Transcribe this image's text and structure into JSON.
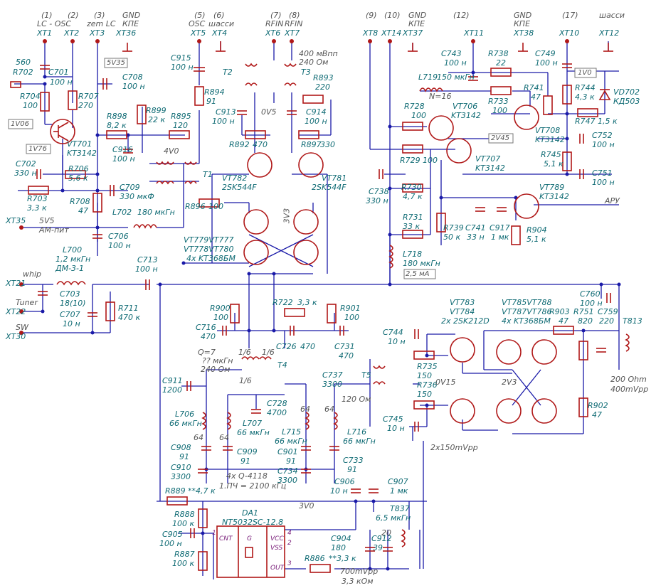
{
  "connectors": {
    "xt1": {
      "num": "(1)",
      "sig": "LC - OSC",
      "ref": "XT1"
    },
    "xt2": {
      "num": "(2)",
      "sig": "",
      "ref": "XT2"
    },
    "xt3": {
      "num": "(3)",
      "sig": "zem LC",
      "ref": "XT3"
    },
    "xt36": {
      "num": "GND",
      "sig": "КПЕ",
      "ref": "XT36"
    },
    "xt5": {
      "num": "(5)",
      "sig": "OSC",
      "ref": "XT5"
    },
    "xt4": {
      "num": "(6)",
      "sig": "шасси",
      "ref": "XT4"
    },
    "xt6": {
      "num": "(7)",
      "sig": "RFIN",
      "ref": "XT6"
    },
    "xt7": {
      "num": "(8)",
      "sig": "RFIN",
      "ref": "XT7"
    },
    "xt8": {
      "num": "(9)",
      "ref": "XT8"
    },
    "xt14": {
      "num": "(10)",
      "ref": "XT14"
    },
    "xt37": {
      "num": "GND",
      "sig": "КПЕ",
      "ref": "XT37"
    },
    "xt11": {
      "num": "(12)",
      "ref": "XT11"
    },
    "xt38": {
      "num": "GND",
      "sig": "КПЕ",
      "ref": "XT38"
    },
    "xt10": {
      "num": "(17)",
      "ref": "XT10"
    },
    "xt12": {
      "num": "шасси",
      "ref": "XT12"
    },
    "xt35": {
      "ref": "XT35",
      "sig": "AM-пит",
      "v": "5V5"
    },
    "xt21": {
      "ref": "XT21",
      "sig": "whip"
    },
    "xt22": {
      "ref": "XT22",
      "sig": "Tuner"
    },
    "xt30": {
      "ref": "XT30",
      "sig": "SW"
    }
  },
  "tags": {
    "v5v35": "5V35",
    "v1v06": "1V06",
    "v1v76": "1V76",
    "v4v0": "4V0",
    "v0v5": "0V5",
    "v3v3": "3V3",
    "v2v45": "2V45",
    "v1v0": "1V0",
    "i25ma": "2,5 мА",
    "v0v15": "0V15",
    "v2v3": "2V3",
    "v3v0": "3V0"
  },
  "components": {
    "c560": {
      "ref": "560",
      "val": ""
    },
    "r702": {
      "ref": "R702",
      "val": ""
    },
    "c701": {
      "ref": "C701",
      "val": "100 н"
    },
    "r704": {
      "ref": "R704",
      "val": "100"
    },
    "r707": {
      "ref": "R707",
      "val": "270"
    },
    "c708": {
      "ref": "C708",
      "val": "100 н"
    },
    "r898": {
      "ref": "R898",
      "val": "8,2 к"
    },
    "r899": {
      "ref": "R899",
      "val": "22 к"
    },
    "r895": {
      "ref": "R895",
      "val": "120"
    },
    "c916": {
      "ref": "C916",
      "val": "100 н"
    },
    "vt701": {
      "ref": "VT701",
      "val": "KT3142"
    },
    "c702": {
      "ref": "C702",
      "val": "330 н"
    },
    "r706": {
      "ref": "R706",
      "val": "5,6 к"
    },
    "r703": {
      "ref": "R703",
      "val": "3,3 к"
    },
    "r708": {
      "ref": "R708",
      "val": "47"
    },
    "c709": {
      "ref": "C709",
      "val": "330 мкФ"
    },
    "l702": {
      "ref": "L702",
      "val": "180 мкГн"
    },
    "c706": {
      "ref": "C706",
      "val": "100 н"
    },
    "c915": {
      "ref": "C915",
      "val": "100 н"
    },
    "r894": {
      "ref": "R894",
      "val": "91"
    },
    "t2": {
      "ref": "T2"
    },
    "t3": {
      "ref": "T3",
      "val": "400 мВпп",
      "imp": "240 Ом"
    },
    "c913": {
      "ref": "C913",
      "val": "100 н"
    },
    "c914": {
      "ref": "C914",
      "val": "100 н"
    },
    "r893": {
      "ref": "R893",
      "val": "220"
    },
    "r892": {
      "ref": "R892",
      "val": "470"
    },
    "r897": {
      "ref": "R897",
      "val": "330"
    },
    "t1": {
      "ref": "T1"
    },
    "vt782": {
      "ref": "VT782",
      "val": "2SK544F"
    },
    "vt781": {
      "ref": "VT781",
      "val": "2SK544F"
    },
    "r896": {
      "ref": "R896",
      "val": "100"
    },
    "vtq": {
      "ref": "VT779VT777",
      "ref2": "VT778VT780",
      "val": "4x KT368БМ"
    },
    "c743": {
      "ref": "C743",
      "val": "100 н"
    },
    "r738": {
      "ref": "R738",
      "val": "22"
    },
    "c749": {
      "ref": "C749",
      "val": "100 н"
    },
    "l719": {
      "ref": "L719",
      "val": "150 мкГн",
      "n": "N=16"
    },
    "r733": {
      "ref": "R733",
      "val": "100"
    },
    "r741": {
      "ref": "R741",
      "val": "47"
    },
    "r744": {
      "ref": "R744",
      "val": "4,3 к"
    },
    "vd702": {
      "ref": "VD702",
      "val": "КД503"
    },
    "r728": {
      "ref": "R728",
      "val": "100"
    },
    "vt706": {
      "ref": "VT706",
      "val": "KT3142"
    },
    "r747": {
      "ref": "R747",
      "val": "1,5 к"
    },
    "vt708": {
      "ref": "VT708",
      "val": "KT3142"
    },
    "c752": {
      "ref": "C752",
      "val": "100 н"
    },
    "r729": {
      "ref": "R729",
      "val": "100"
    },
    "vt707": {
      "ref": "VT707",
      "val": "KT3142"
    },
    "r745": {
      "ref": "R745",
      "val": "5,1 к"
    },
    "c751": {
      "ref": "C751",
      "val": "100 н"
    },
    "c738": {
      "ref": "C738",
      "val": "330 н"
    },
    "r730": {
      "ref": "R730",
      "val": "4,7 к"
    },
    "vt789": {
      "ref": "VT789",
      "val": "KT3142"
    },
    "aru": {
      "ref": "АРУ"
    },
    "r731": {
      "ref": "R731",
      "val": "33 к"
    },
    "r739": {
      "ref": "R739",
      "val": "50 к"
    },
    "c741": {
      "ref": "C741",
      "val": "33 н"
    },
    "c917": {
      "ref": "C917",
      "val": "1 мк"
    },
    "r904": {
      "ref": "R904",
      "val": "5,1 к"
    },
    "l718": {
      "ref": "L718",
      "val": "180 мкГн"
    },
    "l700": {
      "ref": "L700",
      "val": "1,2 мкГн",
      "type": "ДМ-3-1"
    },
    "c713": {
      "ref": "C713",
      "val": "100 н"
    },
    "c703": {
      "ref": "C703",
      "val": "18(10)"
    },
    "c707": {
      "ref": "C707",
      "val": "10 н"
    },
    "r711": {
      "ref": "R711",
      "val": "470 к"
    },
    "r900": {
      "ref": "R900",
      "val": "100"
    },
    "r722": {
      "ref": "R722",
      "val": "3,3 к"
    },
    "r901": {
      "ref": "R901",
      "val": "100"
    },
    "c716": {
      "ref": "C716",
      "val": "470"
    },
    "c726": {
      "ref": "C726",
      "val": "470"
    },
    "c731": {
      "ref": "C731",
      "val": "470"
    },
    "t4": {
      "ref": "T4",
      "q": "Q=7",
      "l": "?? мкГн",
      "imp": "240 Ом",
      "r1": "1/6",
      "r2": "1/6",
      "r3": "1/6"
    },
    "c911": {
      "ref": "C911",
      "val": "1200"
    },
    "c737": {
      "ref": "C737",
      "val": "3300"
    },
    "c728": {
      "ref": "C728",
      "val": "4700"
    },
    "imp120": "120 Ом",
    "l706": {
      "ref": "L706",
      "val": "66 мкГн",
      "t": "64"
    },
    "l707": {
      "ref": "L707",
      "val": "66 мкГн",
      "t": "64"
    },
    "l715": {
      "ref": "L715",
      "val": "66 мкГн",
      "t": "64"
    },
    "l716": {
      "ref": "L716",
      "val": "66 мкГн",
      "t": "64"
    },
    "c908": {
      "ref": "C908",
      "val": "91"
    },
    "c909": {
      "ref": "C909",
      "val": "91"
    },
    "c901": {
      "ref": "C901",
      "val": "91"
    },
    "c733": {
      "ref": "C733",
      "val": "91"
    },
    "c910": {
      "ref": "C910",
      "val": "3300"
    },
    "c734": {
      "ref": "C734",
      "val": "3300"
    },
    "filter_note": {
      "a": "4x Q-4118",
      "b": "1.ПЧ = 2100 кГц"
    },
    "c906": {
      "ref": "C906",
      "val": "10 н"
    },
    "c907": {
      "ref": "C907",
      "val": "1 мк"
    },
    "r889": {
      "ref": "R889",
      "val": "**4,7 к"
    },
    "c744": {
      "ref": "C744",
      "val": "10 н"
    },
    "r735": {
      "ref": "R735",
      "val": "150"
    },
    "r736": {
      "ref": "R736",
      "val": "150"
    },
    "c745": {
      "ref": "C745",
      "val": "10 н"
    },
    "t5": {
      "ref": "T5"
    },
    "vt783": {
      "ref": "VT783",
      "ref2": "VT784",
      "val": "2x 2SK212D"
    },
    "vt785": {
      "ref": "VT785VT788",
      "ref2": "VT787VT786",
      "val": "4x KT368БМ"
    },
    "r903": {
      "ref": "R903",
      "val": "47"
    },
    "r751": {
      "ref": "R751",
      "val": "820"
    },
    "c759": {
      "ref": "C759",
      "val": "220"
    },
    "c760": {
      "ref": "C760",
      "val": "100 н"
    },
    "t813": {
      "ref": "T813",
      "imp": "200 Ohm",
      "amp": "400mVpp"
    },
    "r902": {
      "ref": "R902",
      "val": "47"
    },
    "amp2": "2x150mVpp",
    "da1": {
      "ref": "DA1",
      "val": "NT5032SC-12.8",
      "cnt": "CNT",
      "g": "G",
      "vcc": "VCC",
      "vss": "VSS",
      "out": "OUT",
      "p1": "1",
      "p2": "2",
      "p3": "3",
      "p4": "4"
    },
    "r888": {
      "ref": "R888",
      "val": "100 к"
    },
    "c905": {
      "ref": "C905",
      "val": "100 н"
    },
    "r887": {
      "ref": "R887",
      "val": "100 к"
    },
    "r886": {
      "ref": "R886",
      "val": "**3,3 к"
    },
    "c904": {
      "ref": "C904",
      "val": "180"
    },
    "c912": {
      "ref": "C912",
      "val": "39"
    },
    "t837": {
      "ref": "T837",
      "val": "6,5 мкГн",
      "t": "20"
    },
    "osc_amp": {
      "a": "700mVpp",
      "b": "3,3 кОм"
    }
  }
}
